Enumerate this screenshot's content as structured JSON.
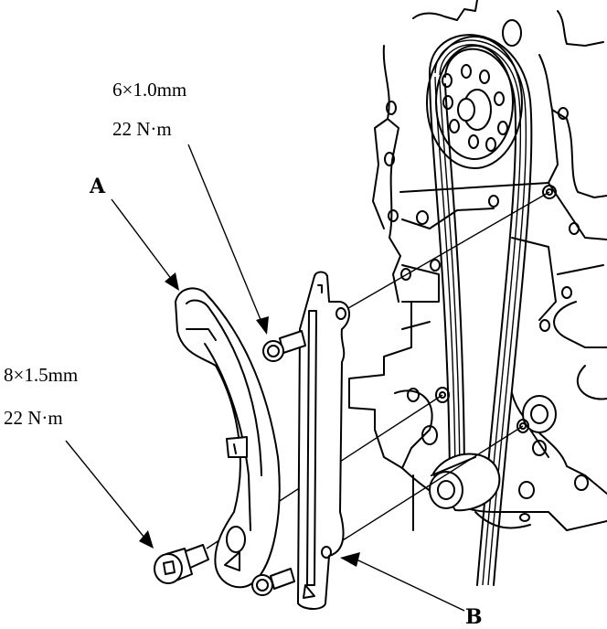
{
  "diagram": {
    "subject": "timing chain guide and tensioner arm installation",
    "labels": {
      "upper_bolt_size": "6×1.0mm",
      "upper_bolt_torque": "22 N·m",
      "lower_bolt_size": "8×1.5mm",
      "lower_bolt_torque": "22 N·m"
    },
    "callouts": {
      "a": "A",
      "b": "B"
    },
    "parts": [
      {
        "id": "A",
        "name": "tensioner arm"
      },
      {
        "id": "B",
        "name": "chain guide"
      }
    ],
    "colors": {
      "line": "#000000",
      "background": "#ffffff"
    }
  }
}
